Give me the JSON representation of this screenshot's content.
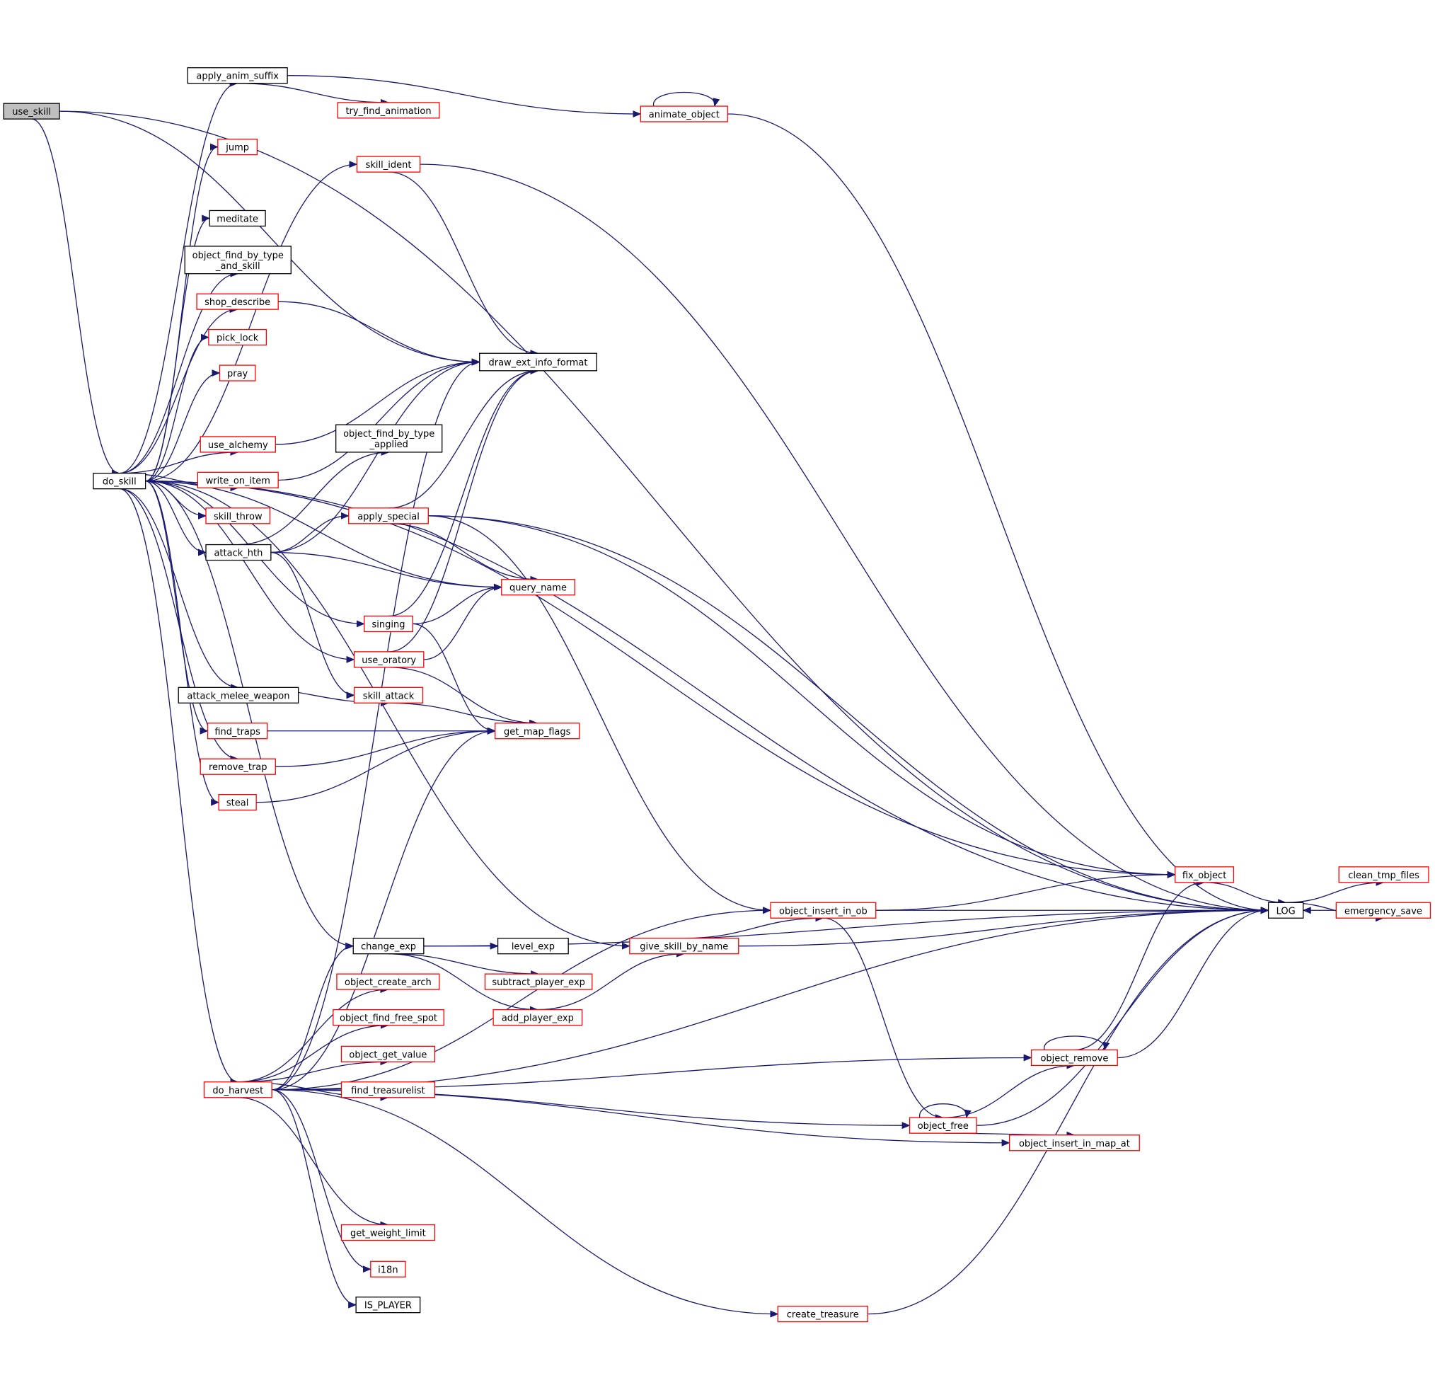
{
  "title": "",
  "colors": {
    "edge": "#191970",
    "node_border_red": "#ff0000",
    "node_border_black": "#000000",
    "root_fill": "#bfbfbf"
  },
  "nodes": [
    {
      "id": "use_skill",
      "lines": [
        "use_skill"
      ],
      "style": "root"
    },
    {
      "id": "do_skill",
      "lines": [
        "do_skill"
      ],
      "style": "black"
    },
    {
      "id": "apply_anim_suffix",
      "lines": [
        "apply_anim_suffix"
      ],
      "style": "black"
    },
    {
      "id": "jump",
      "lines": [
        "jump"
      ],
      "style": "red"
    },
    {
      "id": "skill_ident",
      "lines": [
        "skill_ident"
      ],
      "style": "red"
    },
    {
      "id": "meditate",
      "lines": [
        "meditate"
      ],
      "style": "black"
    },
    {
      "id": "object_find_by_type_and_skill",
      "lines": [
        "object_find_by_type",
        "_and_skill"
      ],
      "style": "black"
    },
    {
      "id": "shop_describe",
      "lines": [
        "shop_describe"
      ],
      "style": "red"
    },
    {
      "id": "pick_lock",
      "lines": [
        "pick_lock"
      ],
      "style": "red"
    },
    {
      "id": "pray",
      "lines": [
        "pray"
      ],
      "style": "red"
    },
    {
      "id": "use_alchemy",
      "lines": [
        "use_alchemy"
      ],
      "style": "red"
    },
    {
      "id": "write_on_item",
      "lines": [
        "write_on_item"
      ],
      "style": "red"
    },
    {
      "id": "skill_throw",
      "lines": [
        "skill_throw"
      ],
      "style": "red"
    },
    {
      "id": "attack_hth",
      "lines": [
        "attack_hth"
      ],
      "style": "black"
    },
    {
      "id": "attack_melee_weapon",
      "lines": [
        "attack_melee_weapon"
      ],
      "style": "black"
    },
    {
      "id": "find_traps",
      "lines": [
        "find_traps"
      ],
      "style": "red"
    },
    {
      "id": "remove_trap",
      "lines": [
        "remove_trap"
      ],
      "style": "red"
    },
    {
      "id": "steal",
      "lines": [
        "steal"
      ],
      "style": "red"
    },
    {
      "id": "do_harvest",
      "lines": [
        "do_harvest"
      ],
      "style": "red"
    },
    {
      "id": "try_find_animation",
      "lines": [
        "try_find_animation"
      ],
      "style": "red"
    },
    {
      "id": "animate_object",
      "lines": [
        "animate_object"
      ],
      "style": "red"
    },
    {
      "id": "draw_ext_info_format",
      "lines": [
        "draw_ext_info_format"
      ],
      "style": "black"
    },
    {
      "id": "object_find_by_type_applied",
      "lines": [
        "object_find_by_type",
        "_applied"
      ],
      "style": "black"
    },
    {
      "id": "apply_special",
      "lines": [
        "apply_special"
      ],
      "style": "red"
    },
    {
      "id": "query_name",
      "lines": [
        "query_name"
      ],
      "style": "red"
    },
    {
      "id": "singing",
      "lines": [
        "singing"
      ],
      "style": "red"
    },
    {
      "id": "use_oratory",
      "lines": [
        "use_oratory"
      ],
      "style": "red"
    },
    {
      "id": "skill_attack",
      "lines": [
        "skill_attack"
      ],
      "style": "red"
    },
    {
      "id": "get_map_flags",
      "lines": [
        "get_map_flags"
      ],
      "style": "red"
    },
    {
      "id": "change_exp",
      "lines": [
        "change_exp"
      ],
      "style": "black"
    },
    {
      "id": "level_exp",
      "lines": [
        "level_exp"
      ],
      "style": "black"
    },
    {
      "id": "subtract_player_exp",
      "lines": [
        "subtract_player_exp"
      ],
      "style": "red"
    },
    {
      "id": "add_player_exp",
      "lines": [
        "add_player_exp"
      ],
      "style": "red"
    },
    {
      "id": "give_skill_by_name",
      "lines": [
        "give_skill_by_name"
      ],
      "style": "red"
    },
    {
      "id": "object_insert_in_ob",
      "lines": [
        "object_insert_in_ob"
      ],
      "style": "red"
    },
    {
      "id": "object_create_arch",
      "lines": [
        "object_create_arch"
      ],
      "style": "red"
    },
    {
      "id": "object_find_free_spot",
      "lines": [
        "object_find_free_spot"
      ],
      "style": "red"
    },
    {
      "id": "object_get_value",
      "lines": [
        "object_get_value"
      ],
      "style": "red"
    },
    {
      "id": "find_treasurelist",
      "lines": [
        "find_treasurelist"
      ],
      "style": "red"
    },
    {
      "id": "get_weight_limit",
      "lines": [
        "get_weight_limit"
      ],
      "style": "red"
    },
    {
      "id": "i18n",
      "lines": [
        "i18n"
      ],
      "style": "red"
    },
    {
      "id": "IS_PLAYER",
      "lines": [
        "IS_PLAYER"
      ],
      "style": "black"
    },
    {
      "id": "create_treasure",
      "lines": [
        "create_treasure"
      ],
      "style": "red"
    },
    {
      "id": "object_remove",
      "lines": [
        "object_remove"
      ],
      "style": "red"
    },
    {
      "id": "object_free",
      "lines": [
        "object_free"
      ],
      "style": "red"
    },
    {
      "id": "object_insert_in_map_at",
      "lines": [
        "object_insert_in_map_at"
      ],
      "style": "red"
    },
    {
      "id": "fix_object",
      "lines": [
        "fix_object"
      ],
      "style": "red"
    },
    {
      "id": "LOG",
      "lines": [
        "LOG"
      ],
      "style": "black"
    },
    {
      "id": "clean_tmp_files",
      "lines": [
        "clean_tmp_files"
      ],
      "style": "red"
    },
    {
      "id": "emergency_save",
      "lines": [
        "emergency_save"
      ],
      "style": "red"
    }
  ],
  "edges": [
    [
      "use_skill",
      "do_skill"
    ],
    [
      "use_skill",
      "draw_ext_info_format"
    ],
    [
      "use_skill",
      "LOG"
    ],
    [
      "do_skill",
      "apply_anim_suffix"
    ],
    [
      "do_skill",
      "jump"
    ],
    [
      "do_skill",
      "skill_ident"
    ],
    [
      "do_skill",
      "meditate"
    ],
    [
      "do_skill",
      "object_find_by_type_and_skill"
    ],
    [
      "do_skill",
      "shop_describe"
    ],
    [
      "do_skill",
      "pick_lock"
    ],
    [
      "do_skill",
      "pray"
    ],
    [
      "do_skill",
      "use_alchemy"
    ],
    [
      "do_skill",
      "write_on_item"
    ],
    [
      "do_skill",
      "skill_throw"
    ],
    [
      "do_skill",
      "attack_hth"
    ],
    [
      "do_skill",
      "query_name"
    ],
    [
      "do_skill",
      "singing"
    ],
    [
      "do_skill",
      "use_oratory"
    ],
    [
      "do_skill",
      "attack_melee_weapon"
    ],
    [
      "do_skill",
      "find_traps"
    ],
    [
      "do_skill",
      "remove_trap"
    ],
    [
      "do_skill",
      "steal"
    ],
    [
      "do_skill",
      "give_skill_by_name"
    ],
    [
      "do_skill",
      "change_exp"
    ],
    [
      "do_skill",
      "do_harvest"
    ],
    [
      "do_skill",
      "LOG"
    ],
    [
      "do_skill",
      "fix_object"
    ],
    [
      "apply_anim_suffix",
      "try_find_animation"
    ],
    [
      "apply_anim_suffix",
      "animate_object"
    ],
    [
      "animate_object",
      "animate_object"
    ],
    [
      "animate_object",
      "LOG"
    ],
    [
      "skill_ident",
      "draw_ext_info_format"
    ],
    [
      "skill_ident",
      "LOG"
    ],
    [
      "shop_describe",
      "draw_ext_info_format"
    ],
    [
      "use_alchemy",
      "draw_ext_info_format"
    ],
    [
      "write_on_item",
      "draw_ext_info_format"
    ],
    [
      "attack_hth",
      "draw_ext_info_format"
    ],
    [
      "attack_hth",
      "object_find_by_type_applied"
    ],
    [
      "attack_hth",
      "apply_special"
    ],
    [
      "attack_hth",
      "query_name"
    ],
    [
      "attack_hth",
      "skill_attack"
    ],
    [
      "apply_special",
      "draw_ext_info_format"
    ],
    [
      "apply_special",
      "query_name"
    ],
    [
      "apply_special",
      "object_insert_in_ob"
    ],
    [
      "apply_special",
      "fix_object"
    ],
    [
      "apply_special",
      "LOG"
    ],
    [
      "singing",
      "draw_ext_info_format"
    ],
    [
      "singing",
      "query_name"
    ],
    [
      "singing",
      "get_map_flags"
    ],
    [
      "use_oratory",
      "draw_ext_info_format"
    ],
    [
      "use_oratory",
      "query_name"
    ],
    [
      "use_oratory",
      "get_map_flags"
    ],
    [
      "attack_melee_weapon",
      "skill_attack"
    ],
    [
      "skill_attack",
      "get_map_flags"
    ],
    [
      "find_traps",
      "get_map_flags"
    ],
    [
      "remove_trap",
      "get_map_flags"
    ],
    [
      "steal",
      "get_map_flags"
    ],
    [
      "change_exp",
      "level_exp"
    ],
    [
      "change_exp",
      "subtract_player_exp"
    ],
    [
      "change_exp",
      "add_player_exp"
    ],
    [
      "change_exp",
      "LOG"
    ],
    [
      "add_player_exp",
      "give_skill_by_name"
    ],
    [
      "give_skill_by_name",
      "object_insert_in_ob"
    ],
    [
      "give_skill_by_name",
      "LOG"
    ],
    [
      "object_insert_in_ob",
      "fix_object"
    ],
    [
      "object_insert_in_ob",
      "LOG"
    ],
    [
      "object_insert_in_ob",
      "object_free"
    ],
    [
      "do_harvest",
      "draw_ext_info_format"
    ],
    [
      "do_harvest",
      "get_map_flags"
    ],
    [
      "do_harvest",
      "object_insert_in_ob"
    ],
    [
      "do_harvest",
      "change_exp"
    ],
    [
      "do_harvest",
      "object_create_arch"
    ],
    [
      "do_harvest",
      "object_find_free_spot"
    ],
    [
      "do_harvest",
      "object_get_value"
    ],
    [
      "do_harvest",
      "find_treasurelist"
    ],
    [
      "do_harvest",
      "object_remove"
    ],
    [
      "do_harvest",
      "object_free"
    ],
    [
      "do_harvest",
      "object_insert_in_map_at"
    ],
    [
      "do_harvest",
      "get_weight_limit"
    ],
    [
      "do_harvest",
      "i18n"
    ],
    [
      "do_harvest",
      "IS_PLAYER"
    ],
    [
      "do_harvest",
      "create_treasure"
    ],
    [
      "do_harvest",
      "LOG"
    ],
    [
      "object_remove",
      "object_remove"
    ],
    [
      "object_remove",
      "fix_object"
    ],
    [
      "object_remove",
      "LOG"
    ],
    [
      "object_free",
      "object_free"
    ],
    [
      "object_free",
      "object_remove"
    ],
    [
      "object_free",
      "object_insert_in_map_at"
    ],
    [
      "object_free",
      "LOG"
    ],
    [
      "create_treasure",
      "LOG"
    ],
    [
      "fix_object",
      "LOG"
    ],
    [
      "LOG",
      "clean_tmp_files"
    ],
    [
      "LOG",
      "emergency_save"
    ],
    [
      "emergency_save",
      "LOG"
    ]
  ]
}
